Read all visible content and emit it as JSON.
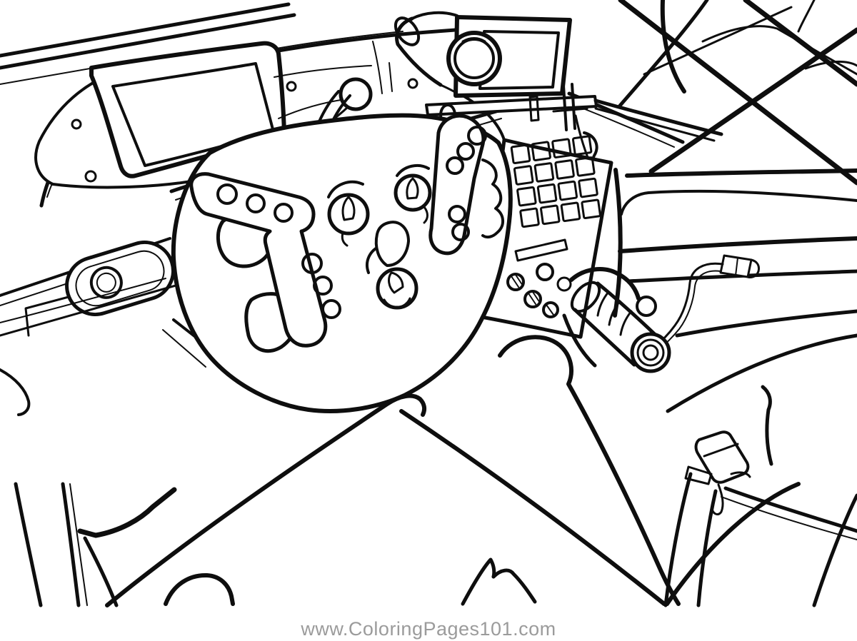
{
  "artwork": {
    "subject": "Race car cockpit interior coloring page",
    "style": "black and white line art",
    "background_color": "#ffffff",
    "line_color": "#0e0e0e",
    "elements": [
      "windshield-frame",
      "roll-cage-bars",
      "dashboard-display-screen",
      "onboard-camera-unit",
      "camera-lens",
      "mounting-bracket",
      "steering-wheel",
      "wheel-button-panels",
      "wheel-buttons",
      "rotary-knobs",
      "keypad-grid",
      "round-buttons",
      "screw-heads",
      "gear-lever-handle",
      "wiring-cable",
      "cable-connector",
      "door-sill-lines",
      "air-vent",
      "seat-belt-strap",
      "strap-buckle",
      "racing-seat",
      "footwell-panels"
    ]
  },
  "keypad": {
    "rows": 4,
    "cols": 4
  },
  "footer": {
    "url": "www.ColoringPages101.com",
    "color": "#9b9b9b"
  }
}
